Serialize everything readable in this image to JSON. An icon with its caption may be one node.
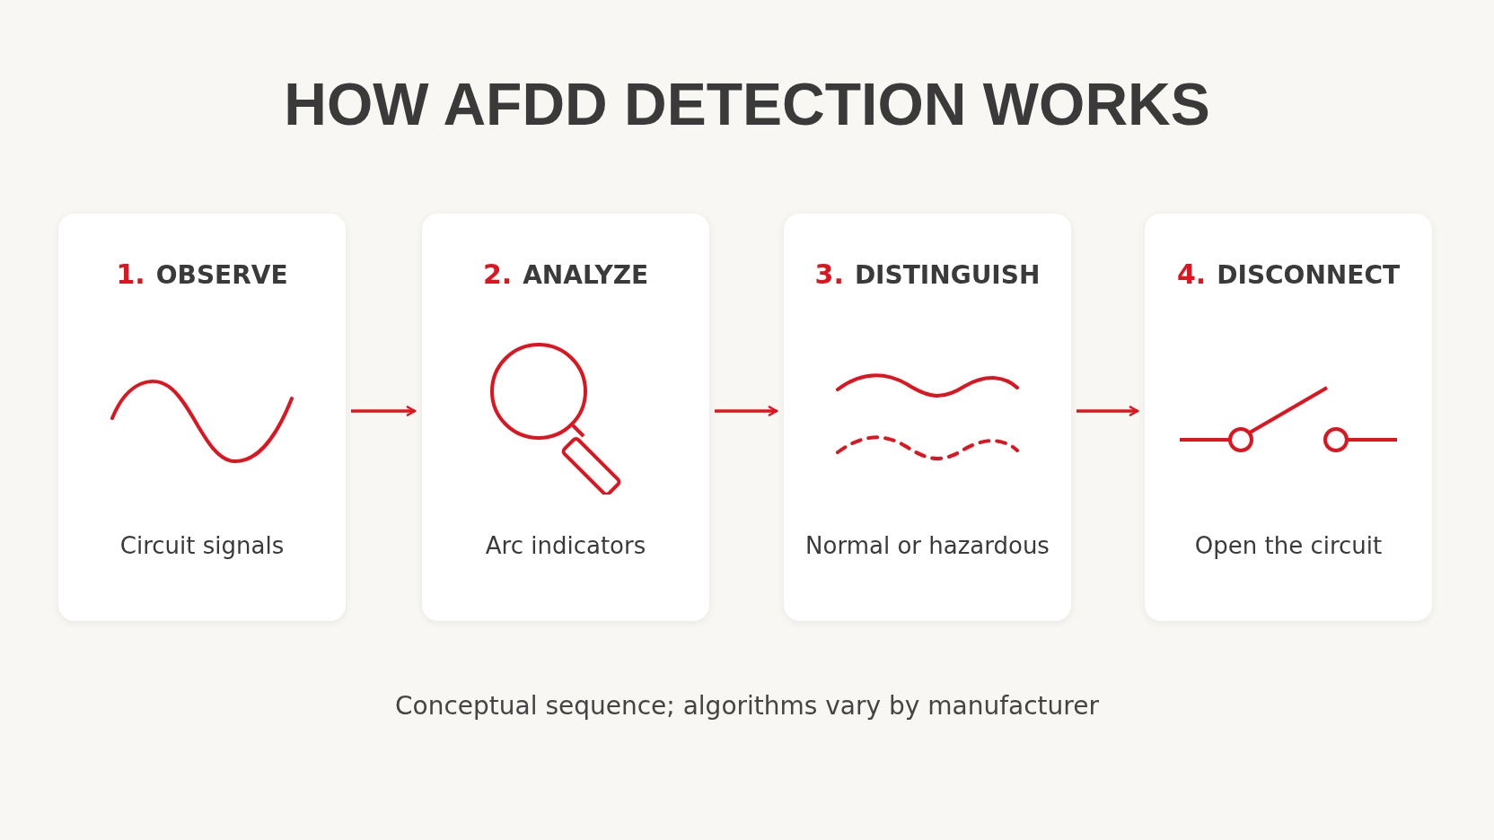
{
  "diagram": {
    "title": "HOW AFDD DETECTION WORKS",
    "nodes": [
      {
        "text": [
          "1.",
          "OBSERVE",
          "Circuit signals"
        ]
      },
      {
        "text": [
          "2.",
          "ANALYZE",
          "Arc indicators"
        ]
      },
      {
        "text": [
          "3.",
          "DISTINGUISH",
          "Normal or hazardous"
        ]
      },
      {
        "text": [
          "4.",
          "DISCONNECT",
          "Open the circuit"
        ]
      }
    ],
    "edges": [
      {
        "from": 0,
        "to": 1,
        "arrow": "to"
      },
      {
        "from": 1,
        "to": 2,
        "arrow": "to"
      },
      {
        "from": 2,
        "to": 3,
        "arrow": "to"
      }
    ],
    "caption": "Conceptual sequence; algorithms vary by manufacturer"
  }
}
